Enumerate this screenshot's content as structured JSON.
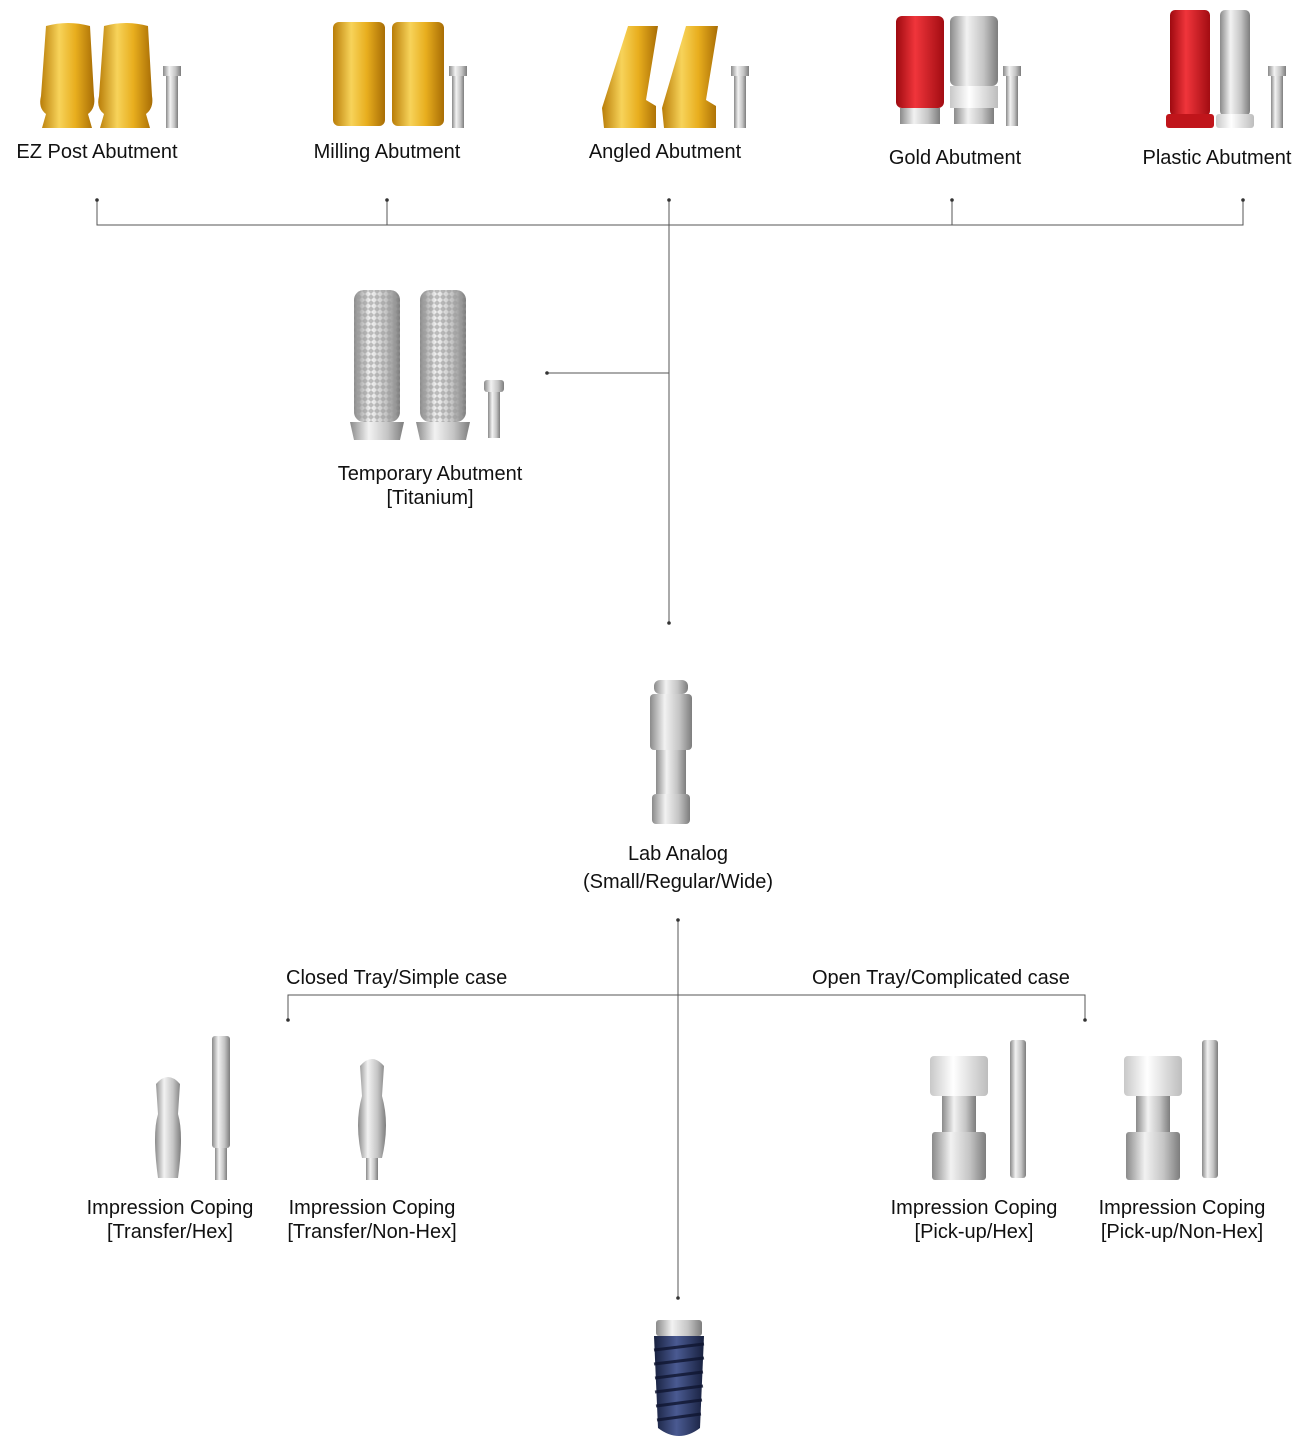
{
  "abutments": {
    "ez_post": "EZ Post Abutment",
    "milling": "Milling Abutment",
    "angled": "Angled Abutment",
    "gold": "Gold Abutment",
    "plastic": "Plastic Abutment"
  },
  "temporary": {
    "line1": "Temporary Abutment",
    "line2": "[Titanium]"
  },
  "lab_analog": {
    "line1": "Lab Analog",
    "line2": "(Small/Regular/Wide)"
  },
  "branches": {
    "closed": "Closed Tray/Simple case",
    "open": "Open Tray/Complicated case"
  },
  "copings": {
    "transfer_hex": {
      "line1": "Impression Coping",
      "line2": "[Transfer/Hex]"
    },
    "transfer_nonhex": {
      "line1": "Impression Coping",
      "line2": "[Transfer/Non-Hex]"
    },
    "pickup_hex": {
      "line1": "Impression Coping",
      "line2": "[Pick-up/Hex]"
    },
    "pickup_nonhex": {
      "line1": "Impression Coping",
      "line2": "[Pick-up/Non-Hex]"
    }
  },
  "colors": {
    "gold": "#e3a818",
    "red": "#d4141c",
    "silver": "#c9c9c9",
    "implant_blue": "#2c3a6a",
    "line": "#555555"
  }
}
